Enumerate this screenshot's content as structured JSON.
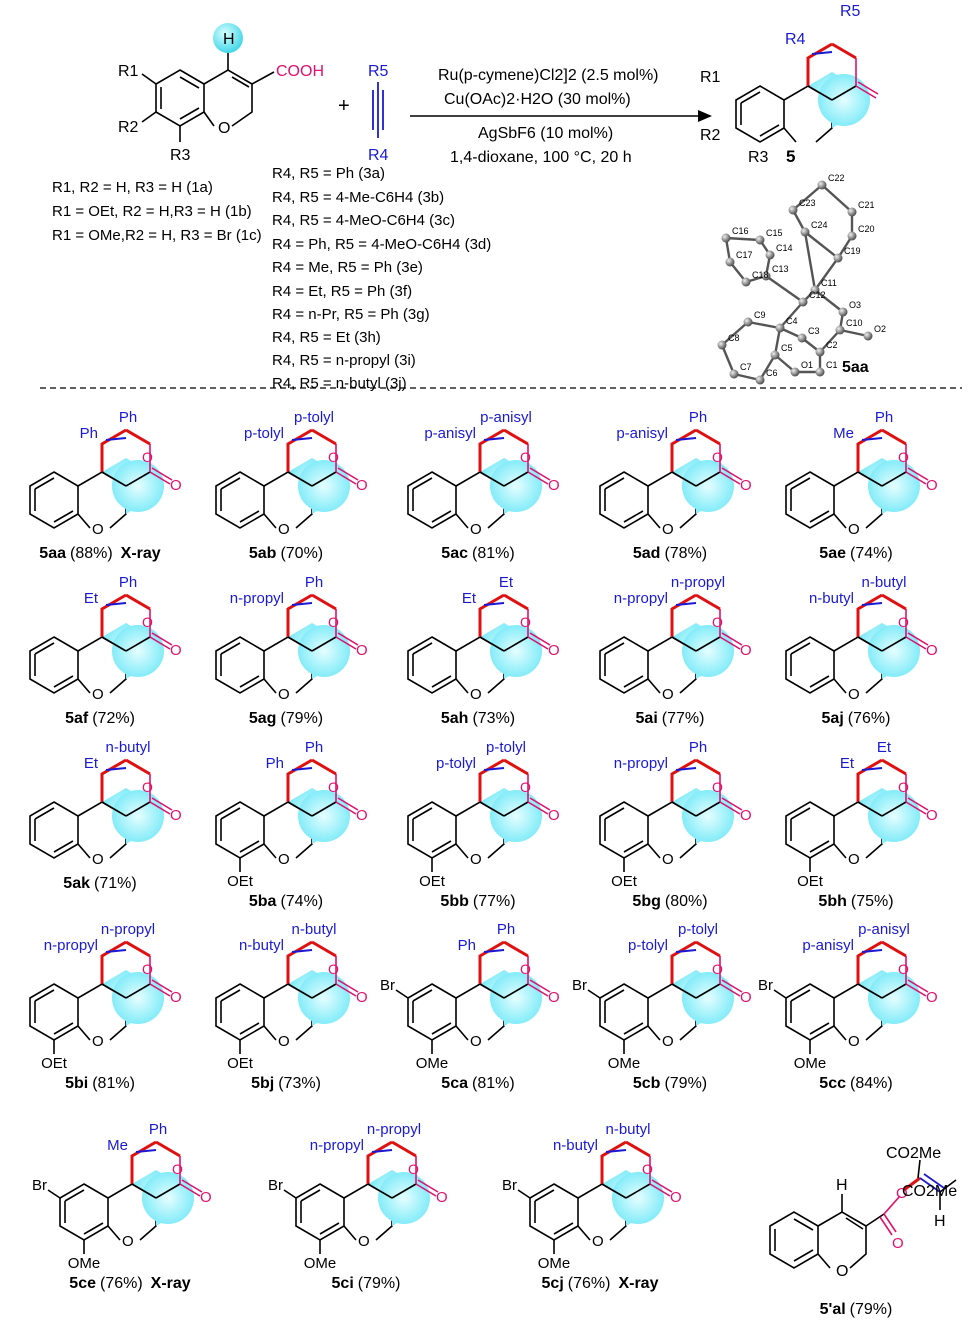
{
  "scheme": {
    "reactant1_r_labels": [
      "R1",
      "R2",
      "R3"
    ],
    "reactant1_groups": [
      "H",
      "COOH",
      "O"
    ],
    "plus": "+",
    "alkyne_labels": [
      "R5",
      "R4"
    ],
    "conditions": {
      "line1": "Ru(p-cymene)Cl2]2 (2.5 mol%)",
      "line2": "Cu(OAc)2·H2O   (30 mol%)",
      "line3": "AgSbF6 (10 mol%)",
      "line4": "1,4-dioxane, 100 °C, 20 h"
    },
    "product_label": "5",
    "xray_label": "5aa",
    "xray_atoms": [
      "C22",
      "C23",
      "C21",
      "C24",
      "C20",
      "C16",
      "C15",
      "C14",
      "C19",
      "C13",
      "C11",
      "C17",
      "C18",
      "O3",
      "C12",
      "C10",
      "C9",
      "C4",
      "C3",
      "C2",
      "O2",
      "C8",
      "C5",
      "C1",
      "C7",
      "C6",
      "O1"
    ],
    "substrates_1": [
      "R1, R2 = H, R3 = H (1a)",
      "R1 = OEt, R2 = H,R3 = H (1b)",
      "R1 = OMe,R2 = H, R3 = Br (1c)"
    ],
    "substrates_3": [
      "R4, R5 = Ph (3a)",
      "R4, R5 = 4-Me-C6H4 (3b)",
      "R4, R5 = 4-MeO-C6H4 (3c)",
      "R4 = Ph, R5 = 4-MeO-C6H4 (3d)",
      "R4 = Me, R5 = Ph (3e)",
      "R4 = Et, R5 = Ph (3f)",
      "R4 = n-Pr, R5 = Ph (3g)",
      "R4, R5 = Et (3h)",
      "R4, R5 = n-propyl (3i)",
      "R4, R5 = n-butyl (3j)"
    ]
  },
  "products": [
    {
      "id": "5aa",
      "yield": "(88%)",
      "extra": "X-ray",
      "r4": "Ph",
      "r5": "Ph",
      "sub": ""
    },
    {
      "id": "5ab",
      "yield": "(70%)",
      "extra": "",
      "r4": "p-tolyl",
      "r5": "p-tolyl",
      "sub": ""
    },
    {
      "id": "5ac",
      "yield": "(81%)",
      "extra": "",
      "r4": "p-anisyl",
      "r5": "p-anisyl",
      "sub": ""
    },
    {
      "id": "5ad",
      "yield": "(78%)",
      "extra": "",
      "r4": "p-anisyl",
      "r5": "Ph",
      "sub": ""
    },
    {
      "id": "5ae",
      "yield": "(74%)",
      "extra": "",
      "r4": "Me",
      "r5": "Ph",
      "sub": ""
    },
    {
      "id": "5af",
      "yield": "(72%)",
      "extra": "",
      "r4": "Et",
      "r5": "Ph",
      "sub": ""
    },
    {
      "id": "5ag",
      "yield": "(79%)",
      "extra": "",
      "r4": "n-propyl",
      "r5": "Ph",
      "sub": ""
    },
    {
      "id": "5ah",
      "yield": "(73%)",
      "extra": "",
      "r4": "Et",
      "r5": "Et",
      "sub": ""
    },
    {
      "id": "5ai",
      "yield": "(77%)",
      "extra": "",
      "r4": "n-propyl",
      "r5": "n-propyl",
      "sub": ""
    },
    {
      "id": "5aj",
      "yield": "(76%)",
      "extra": "",
      "r4": "n-butyl",
      "r5": "n-butyl",
      "sub": ""
    },
    {
      "id": "5ak",
      "yield": "(71%)",
      "extra": "",
      "r4": "Et",
      "r5": "n-butyl",
      "sub": ""
    },
    {
      "id": "5ba",
      "yield": "(74%)",
      "extra": "",
      "r4": "Ph",
      "r5": "Ph",
      "sub": "OEt"
    },
    {
      "id": "5bb",
      "yield": "(77%)",
      "extra": "",
      "r4": "p-tolyl",
      "r5": "p-tolyl",
      "sub": "OEt"
    },
    {
      "id": "5bg",
      "yield": "(80%)",
      "extra": "",
      "r4": "n-propyl",
      "r5": "Ph",
      "sub": "OEt"
    },
    {
      "id": "5bh",
      "yield": "(75%)",
      "extra": "",
      "r4": "Et",
      "r5": "Et",
      "sub": "OEt"
    },
    {
      "id": "5bi",
      "yield": "(81%)",
      "extra": "",
      "r4": "n-propyl",
      "r5": "n-propyl",
      "sub": "OEt"
    },
    {
      "id": "5bj",
      "yield": "(73%)",
      "extra": "",
      "r4": "n-butyl",
      "r5": "n-butyl",
      "sub": "OEt"
    },
    {
      "id": "5ca",
      "yield": "(81%)",
      "extra": "",
      "r4": "Ph",
      "r5": "Ph",
      "sub": "OMe",
      "br": "Br"
    },
    {
      "id": "5cb",
      "yield": "(79%)",
      "extra": "",
      "r4": "p-tolyl",
      "r5": "p-tolyl",
      "sub": "OMe",
      "br": "Br"
    },
    {
      "id": "5cc",
      "yield": "(84%)",
      "extra": "",
      "r4": "p-anisyl",
      "r5": "p-anisyl",
      "sub": "OMe",
      "br": "Br"
    },
    {
      "id": "5ce",
      "yield": "(76%)",
      "extra": "X-ray",
      "r4": "Me",
      "r5": "Ph",
      "sub": "OMe",
      "br": "Br"
    },
    {
      "id": "5ci",
      "yield": "(79%)",
      "extra": "",
      "r4": "n-propyl",
      "r5": "n-propyl",
      "sub": "OMe",
      "br": "Br"
    },
    {
      "id": "5cj",
      "yield": "(76%)",
      "extra": "X-ray",
      "r4": "n-butyl",
      "r5": "n-butyl",
      "sub": "OMe",
      "br": "Br"
    }
  ],
  "side_product": {
    "id": "5'al",
    "yield": "(79%)",
    "h": "H",
    "ester1": "CO2Me",
    "ester2": "CO2Me",
    "h2": "H"
  },
  "colors": {
    "blue": "#1a1ad4",
    "pink": "#e0106e",
    "cyan": "#8ff0fa",
    "red": "#e01010"
  }
}
